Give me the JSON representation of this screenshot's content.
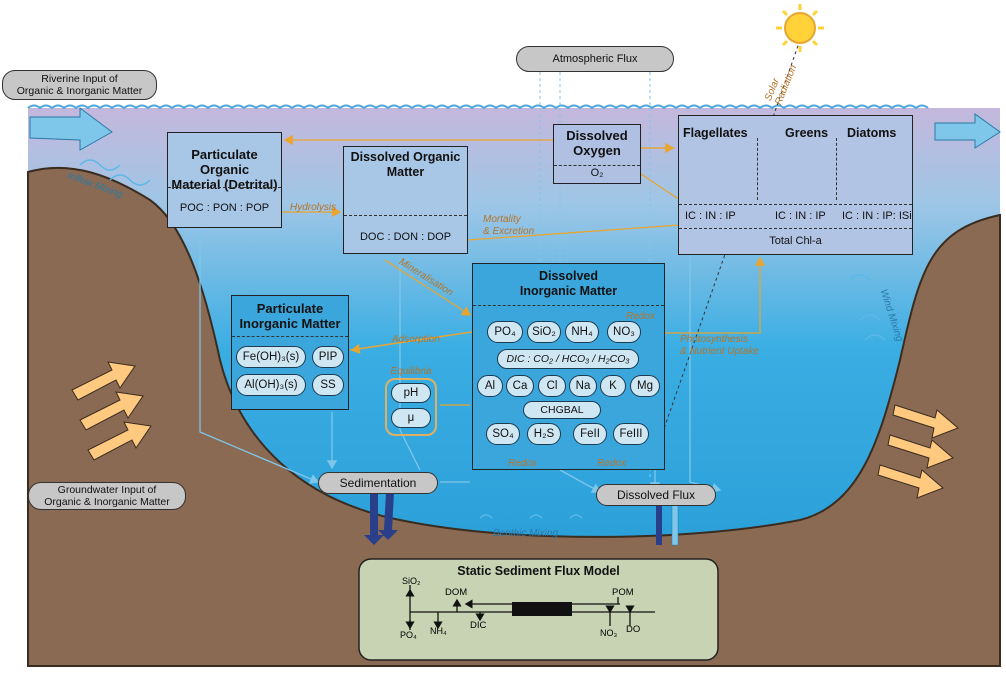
{
  "inputs": {
    "riverine": "Riverine Input of\nOrganic & Inorganic Matter",
    "groundwater": "Groundwater Input of\nOrganic & Inorganic Matter",
    "atmospheric": "Atmospheric Flux",
    "solar": "Solar\nRadiation"
  },
  "poc_box": {
    "title": "Particulate Organic\nMaterial (Detrital)",
    "ratio": "POC : PON : POP"
  },
  "dom_box": {
    "title": "Dissolved Organic\nMatter",
    "ratio": "DOC : DON : DOP"
  },
  "oxygen_box": {
    "title": "Dissolved\nOxygen",
    "species": "O₂"
  },
  "phyto": {
    "groups": [
      {
        "name": "Flagellates",
        "ratio": "IC : IN : IP"
      },
      {
        "name": "Greens",
        "ratio": "IC : IN : IP"
      },
      {
        "name": "Diatoms",
        "ratio": "IC : IN : IP: ISi"
      }
    ],
    "total": "Total Chl-a"
  },
  "pim_box": {
    "title": "Particulate\nInorganic Matter",
    "items": [
      "Fe(OH)₃(s)",
      "PIP",
      "Al(OH)₃(s)",
      "SS"
    ]
  },
  "dim_box": {
    "title": "Dissolved\nInorganic Matter",
    "nutrients": [
      "PO₄",
      "SiO₂",
      "NH₄",
      "NO₃"
    ],
    "dic": "DIC : CO₂ / HCO₃ / H₂CO₃",
    "ions": [
      "Al",
      "Ca",
      "Cl",
      "Na",
      "K",
      "Mg"
    ],
    "chgbal": "CHGBAL",
    "redox_species": [
      "SO₄",
      "H₂S",
      "FeII",
      "FeIII"
    ]
  },
  "equilibria": {
    "label": "Equilibria",
    "items": [
      "pH",
      "μ"
    ]
  },
  "processes": {
    "hydrolysis": "Hydrolysis",
    "mortality": "Mortality\n& Excretion",
    "mineralisation": "Mineralisation",
    "adsorption": "Adsorption",
    "redox": "Redox",
    "photosynthesis": "Photosynthesis\n& Nutrient Uptake"
  },
  "mixing": {
    "inflow": "Inflow Mixing",
    "wind": "Wind Mixing",
    "benthic": "Benthic Mixing"
  },
  "fluxes": {
    "sedimentation": "Sedimentation",
    "dissolved": "Dissolved Flux"
  },
  "sediment_model": {
    "title": "Static Sediment Flux Model",
    "labels": [
      "SiO₂",
      "PO₄",
      "NH₄",
      "DOM",
      "DIC",
      "POM",
      "NO₃",
      "DO"
    ]
  },
  "colors": {
    "water_top": "#b9b0d8",
    "water_bottom": "#2fa3dc",
    "earth": "#8a6a52",
    "process_arrow": "#e8a530",
    "flux_arrow": "#7fc7ea",
    "sediment_box": "#c8d3b4"
  }
}
